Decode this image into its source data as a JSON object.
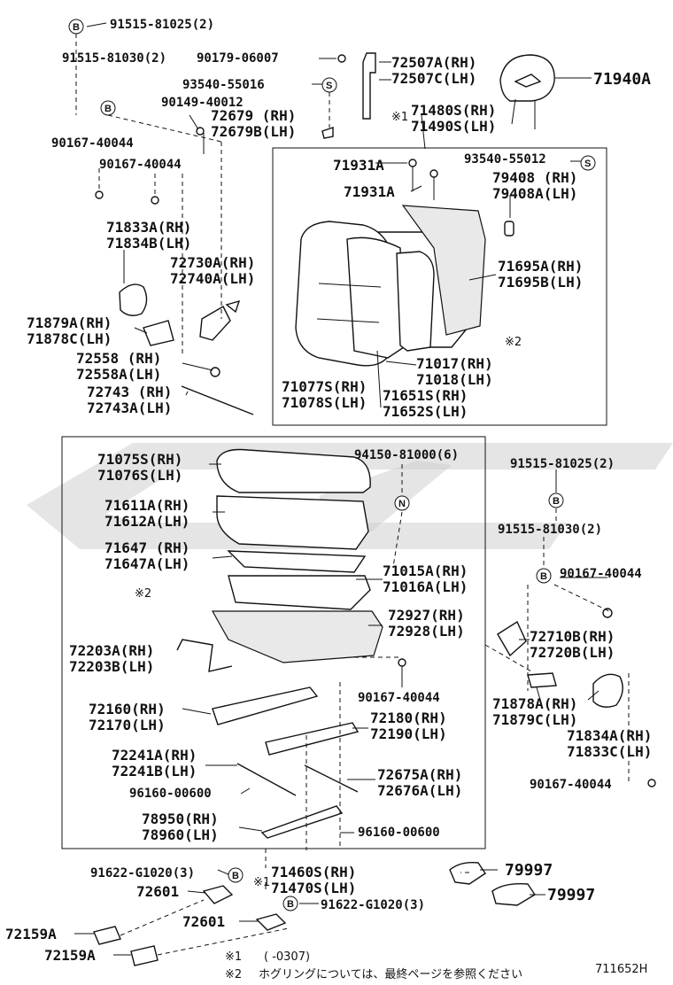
{
  "labels": {
    "p91515_81025_top": "91515-81025(2)",
    "p91515_81030_top": "91515-81030(2)",
    "p90179_06007": "90179-06007",
    "p93540_55016": "93540-55016",
    "p90149_40012": "90149-40012",
    "p72679_rh": "72679 (RH)",
    "p72679b_lh": "72679B(LH)",
    "p90167_40044_a": "90167-40044",
    "p90167_40044_b": "90167-40044",
    "p71833a": "71833A(RH)",
    "p71834b": "71834B(LH)",
    "p72730a": "72730A(RH)",
    "p72740a": "72740A(LH)",
    "p71879a": "71879A(RH)",
    "p71878c": "71878C(LH)",
    "p72558": "72558 (RH)",
    "p72558a": "72558A(LH)",
    "p72743": "72743 (RH)",
    "p72743a": "72743A(LH)",
    "p72507a": "72507A(RH)",
    "p72507c": "72507C(LH)",
    "p71940a": "71940A",
    "p71480s": "71480S(RH)",
    "p71490s": "71490S(LH)",
    "mark1_a": "※1",
    "p71931a_1": "71931A",
    "p71931a_2": "71931A",
    "p93540_55012": "93540-55012",
    "p79408": "79408 (RH)",
    "p79408a": "79408A(LH)",
    "p71695a": "71695A(RH)",
    "p71695b": "71695B(LH)",
    "mark2_a": "※2",
    "p71017": "71017(RH)",
    "p71018": "71018(LH)",
    "p71077s": "71077S(RH)",
    "p71078s": "71078S(LH)",
    "p71651s": "71651S(RH)",
    "p71652s": "71652S(LH)",
    "p71075s": "71075S(RH)",
    "p71076s": "71076S(LH)",
    "p94150_81000": "94150-81000(6)",
    "p71611a": "71611A(RH)",
    "p71612a": "71612A(LH)",
    "p71647": "71647 (RH)",
    "p71647a": "71647A(LH)",
    "p71015a": "71015A(RH)",
    "p71016a": "71016A(LH)",
    "mark2_b": "※2",
    "p72927": "72927(RH)",
    "p72928": "72928(LH)",
    "p72203a": "72203A(RH)",
    "p72203b": "72203B(LH)",
    "p90167_40044_c": "90167-40044",
    "p72160": "72160(RH)",
    "p72170": "72170(LH)",
    "p72180": "72180(RH)",
    "p72190": "72190(LH)",
    "p72241a": "72241A(RH)",
    "p72241b": "72241B(LH)",
    "p72675a": "72675A(RH)",
    "p72676a": "72676A(LH)",
    "p96160_00600_a": "96160-00600",
    "p78950": "78950(RH)",
    "p78960": "78960(LH)",
    "p96160_00600_b": "96160-00600",
    "p91515_81025_r": "91515-81025(2)",
    "p91515_81030_r": "91515-81030(2)",
    "p90167_40044_d": "90167-40044",
    "p72710b": "72710B(RH)",
    "p72720b": "72720B(LH)",
    "p71878a": "71878A(RH)",
    "p71879c": "71879C(LH)",
    "p71834a": "71834A(RH)",
    "p71833c": "71833C(LH)",
    "p90167_40044_e": "90167-40044",
    "p91622_g1020_a": "91622-G1020(3)",
    "mark1_b": "※1",
    "p71460s": "71460S(RH)",
    "p71470s": "71470S(LH)",
    "p72601_a": "72601",
    "p72601_b": "72601",
    "p91622_g1020_b": "91622-G1020(3)",
    "p79997_a": "79997",
    "p79997_b": "79997",
    "p72159a_a": "72159A",
    "p72159a_b": "72159A",
    "callout_b": "B",
    "callout_s": "S",
    "callout_n": "N"
  },
  "footnotes": {
    "n1_mark": "※1",
    "n1_text": "(   -0307)",
    "n2_mark": "※2",
    "n2_text": "ホグリングについては、最終ページを参照ください",
    "diagram_code": "711652H"
  },
  "colors": {
    "ink": "#111111",
    "watermark": "#cfcfcf"
  }
}
